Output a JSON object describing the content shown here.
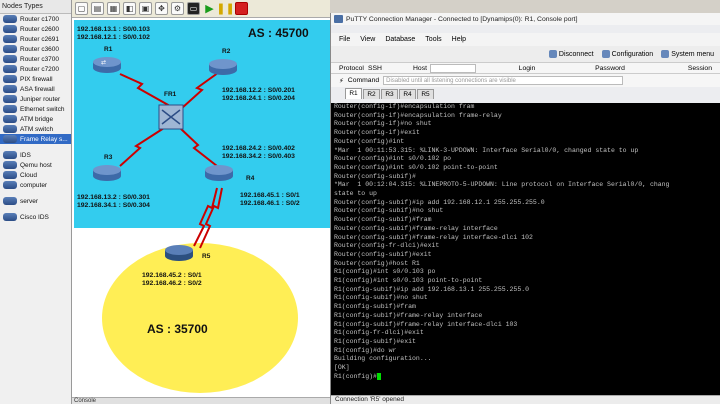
{
  "nodes_panel": {
    "header": "Nodes Types",
    "items": [
      "Router c1700",
      "Router c2600",
      "Router c2691",
      "Router c3600",
      "Router c3700",
      "Router c7200",
      "PIX firewall",
      "ASA firewall",
      "Juniper router",
      "Ethernet switch",
      "ATM bridge",
      "ATM switch",
      "Frame Relay s...",
      "IDS",
      "Qemu host",
      "Cloud",
      "computer",
      "server",
      "Cisco IDS"
    ],
    "selected_index": 12
  },
  "toolbar": {
    "icons": [
      "new-icon",
      "open-icon",
      "save-icon",
      "snapshot-icon",
      "screenshot-icon",
      "move-icon",
      "add-link-icon",
      "console-icon",
      "start-icon",
      "suspend-icon",
      "stop-icon"
    ]
  },
  "topology": {
    "as1_label": "AS : 45700",
    "as2_label": "AS : 35700",
    "routers": [
      "R1",
      "R2",
      "R3",
      "R4",
      "R5"
    ],
    "switch_name": "FR1",
    "r1_ips": [
      "192.168.13.1 : S0/0.103",
      "192.168.12.1 : S0/0.102"
    ],
    "r2_ips": [
      "192.168.12.2 : S0/0.201",
      "192.168.24.1 : S0/0.204"
    ],
    "r3_ips": [
      "192.168.13.2 : S0/0.301",
      "192.168.34.1 : S0/0.304"
    ],
    "r4_ips": [
      "192.168.24.2 : S0/0.402",
      "192.168.34.2 : S0/0.403"
    ],
    "r4_serial_ips": [
      "192.168.45.1 : S0/1",
      "192.168.46.1 : S0/2"
    ],
    "r5_ips": [
      "192.168.45.2 : S0/1",
      "192.168.46.2 : S0/2"
    ]
  },
  "left_status": "Console",
  "putty": {
    "title": "PuTTY Connection Manager - Connected to [Dynamips(0): R1, Console port]",
    "menu": [
      "File",
      "View",
      "Database",
      "Tools",
      "Help"
    ],
    "toolbar": [
      "Disconnect",
      "Configuration",
      "System menu"
    ],
    "conn": {
      "protocol_label": "Protocol",
      "protocol_value": "SSH",
      "host_label": "Host",
      "login_label": "Login",
      "password_label": "Password",
      "session_label": "Session"
    },
    "command_label": "Command",
    "command_placeholder": "Disabled until all listening connections are visible",
    "tabs": [
      "R1",
      "R2",
      "R3",
      "R4",
      "R5"
    ],
    "active_tab": 0,
    "terminal_lines": [
      "Router(config-if)#encapsulation fram",
      "Router(config-if)#encapsulation frame-relay",
      "Router(config-if)#no shut",
      "Router(config-if)#exit",
      "Router(config)#int",
      "*Mar  1 00:11:53.315: %LINK-3-UPDOWN: Interface Serial0/0, changed state to up",
      "Router(config)#int s0/0.102 po",
      "Router(config)#int s0/0.102 point-to-point",
      "Router(config-subif)#",
      "*Mar  1 00:12:04.315: %LINEPROTO-5-UPDOWN: Line protocol on Interface Serial0/0, chang",
      "state to up",
      "Router(config-subif)#ip add 192.168.12.1 255.255.255.0",
      "Router(config-subif)#no shut",
      "Router(config-subif)#fram",
      "Router(config-subif)#frame-relay interface",
      "Router(config-subif)#frame-relay interface-dlci 102",
      "Router(config-fr-dlci)#exit",
      "Router(config-subif)#exit",
      "Router(config)#host R1",
      "R1(config)#int s0/0.103 po",
      "R1(config)#int s0/0.103 point-to-point",
      "R1(config-subif)#ip add 192.168.13.1 255.255.255.0",
      "R1(config-subif)#no shut",
      "R1(config-subif)#fram",
      "R1(config-subif)#frame-relay interface",
      "R1(config-subif)#frame-relay interface-dlci 103",
      "R1(config-fr-dlci)#exit",
      "R1(config-subif)#exit",
      "R1(config)#do wr",
      "Building configuration...",
      "[OK]",
      "R1(config)#"
    ],
    "status": "Connection 'R5' opened"
  }
}
